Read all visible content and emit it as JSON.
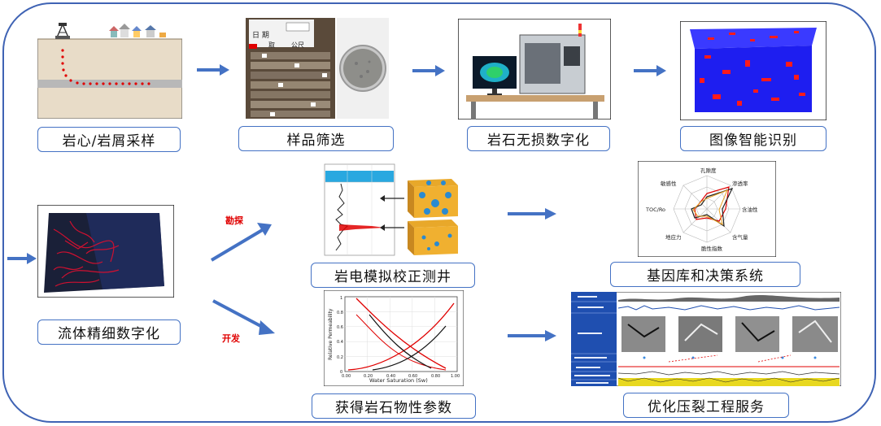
{
  "steps": {
    "sampling": "岩心/岩屑采样",
    "screening": "样品筛选",
    "digitize": "岩石无损数字化",
    "recognition": "图像智能识别",
    "fluid": "流体精细数字化",
    "logging": "岩电模拟校正测井",
    "genebank": "基因库和决策系统",
    "params": "获得岩石物性参数",
    "frac": "优化压裂工程服务"
  },
  "branch": {
    "explore": "勘探",
    "develop": "开发"
  },
  "screening_photo": {
    "label_text": "日 期",
    "sign_left": "取",
    "sign_right": "公尺"
  },
  "radar": {
    "axes": [
      "孔隙度",
      "渗透率",
      "含油性",
      "含气量",
      "脆性指数",
      "地应力",
      "TOC/Ro",
      "敏感性"
    ]
  },
  "kr_plot": {
    "ylabel": "Relative Permeability",
    "xlabel": "Water Saturation (Sw)",
    "yticks": [
      "1",
      "0.8",
      "0.6",
      "0.4",
      "0.2",
      "0"
    ],
    "xticks": [
      "0.00",
      "0.20",
      "0.40",
      "0.60",
      "0.80",
      "1.00"
    ]
  },
  "colors": {
    "frame": "#3f63b4",
    "arrow": "#4472c4",
    "accent": "#e00000"
  }
}
